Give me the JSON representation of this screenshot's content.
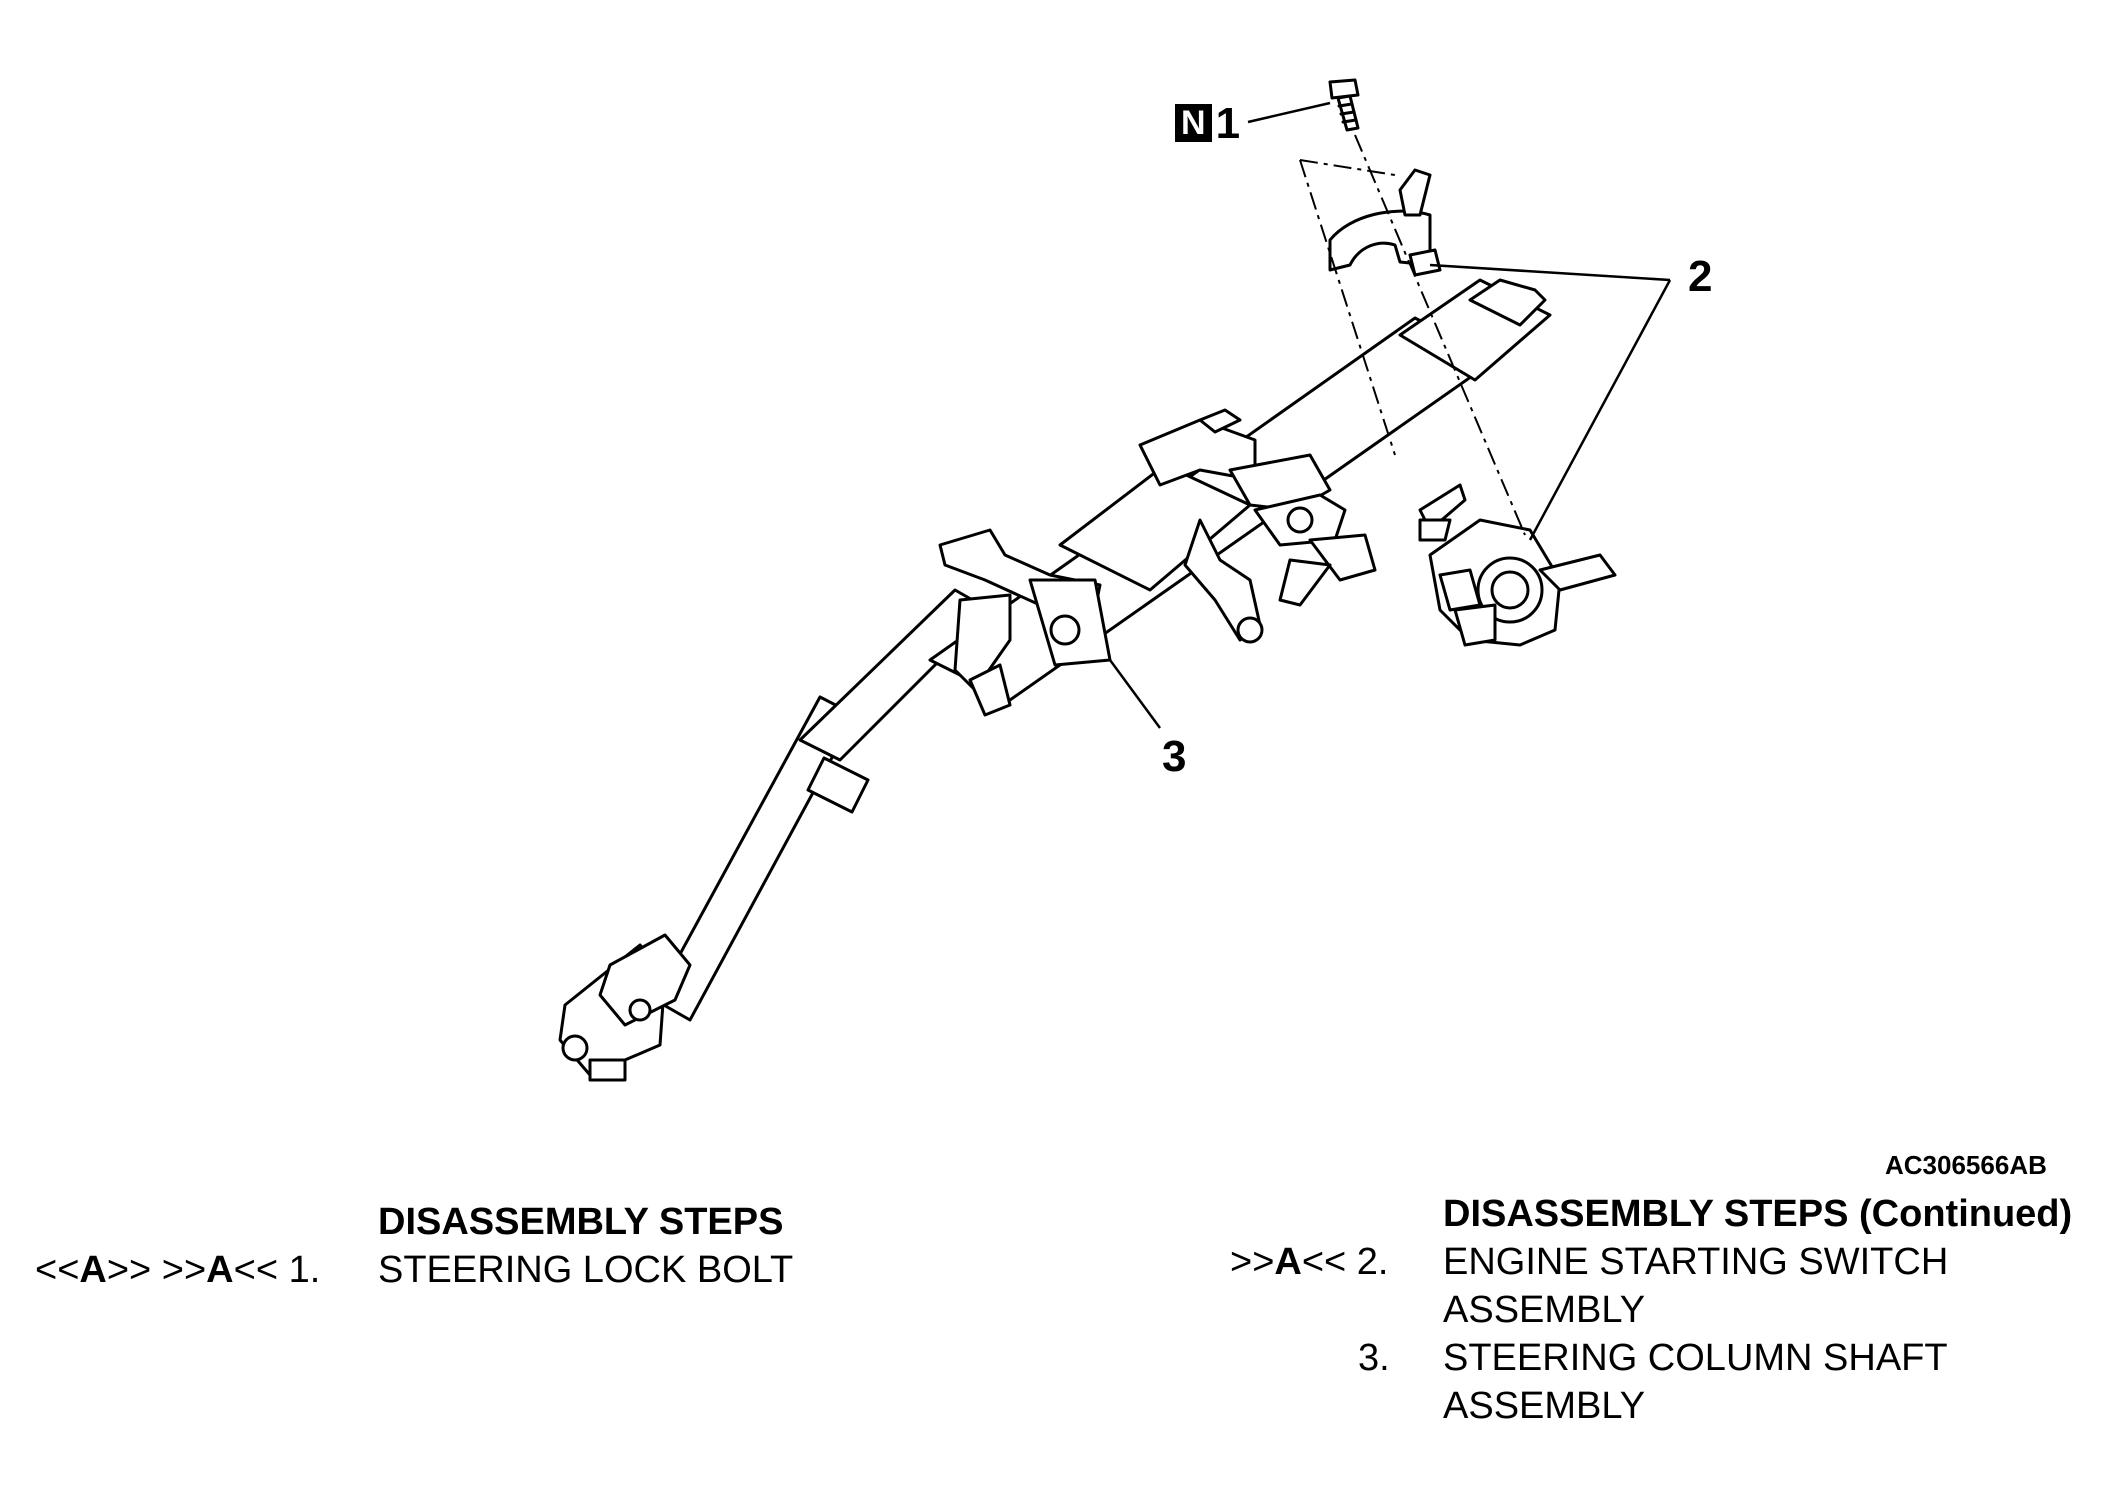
{
  "callouts": {
    "c1": {
      "badge": "N",
      "number": "1"
    },
    "c2": {
      "number": "2"
    },
    "c3": {
      "number": "3"
    }
  },
  "figure_code": "AC306566AB",
  "left_steps": {
    "heading": "DISASSEMBLY STEPS",
    "items": [
      {
        "mark_prefix": "<<",
        "mark_a1": "A",
        "mark_mid": ">> >>",
        "mark_a2": "A",
        "mark_suffix": "<< 1.",
        "line1": "STEERING LOCK BOLT"
      }
    ]
  },
  "right_steps": {
    "heading": "DISASSEMBLY STEPS (Continued)",
    "items": [
      {
        "mark_prefix": ">>",
        "mark_a": "A",
        "mark_suffix": "<< 2.",
        "line1": "ENGINE STARTING SWITCH",
        "line2": "ASSEMBLY"
      },
      {
        "mark": "3.",
        "line1": "STEERING COLUMN SHAFT",
        "line2": "ASSEMBLY"
      }
    ]
  }
}
